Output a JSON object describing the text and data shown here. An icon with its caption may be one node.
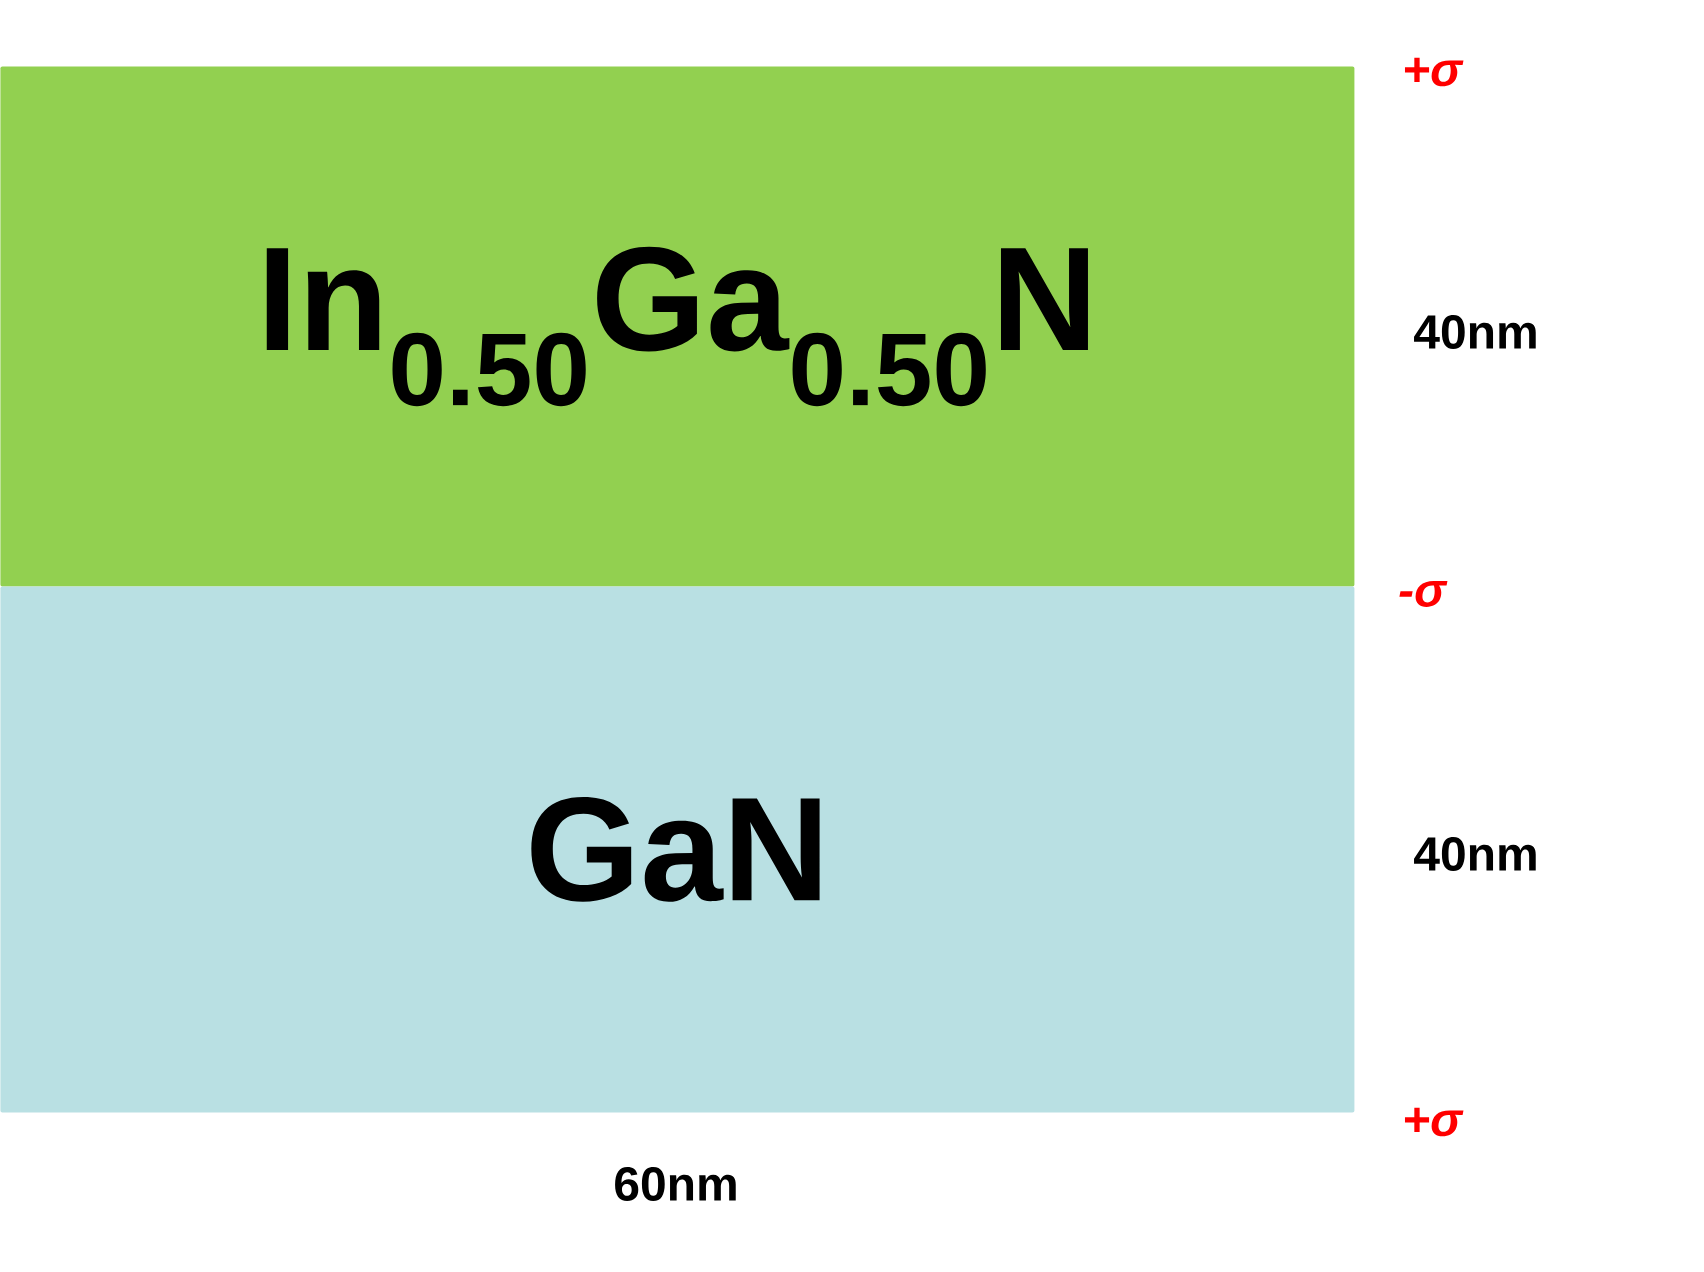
{
  "diagram": {
    "nodes": [
      {
        "text": [
          "In$_{0.50}$Ga$_{0.50}$N"
        ]
      },
      {
        "text": [
          "GaN"
        ]
      }
    ],
    "labels": [
      "+σ",
      "40nm",
      "-σ",
      "40nm",
      "+σ",
      "60nm"
    ]
  }
}
